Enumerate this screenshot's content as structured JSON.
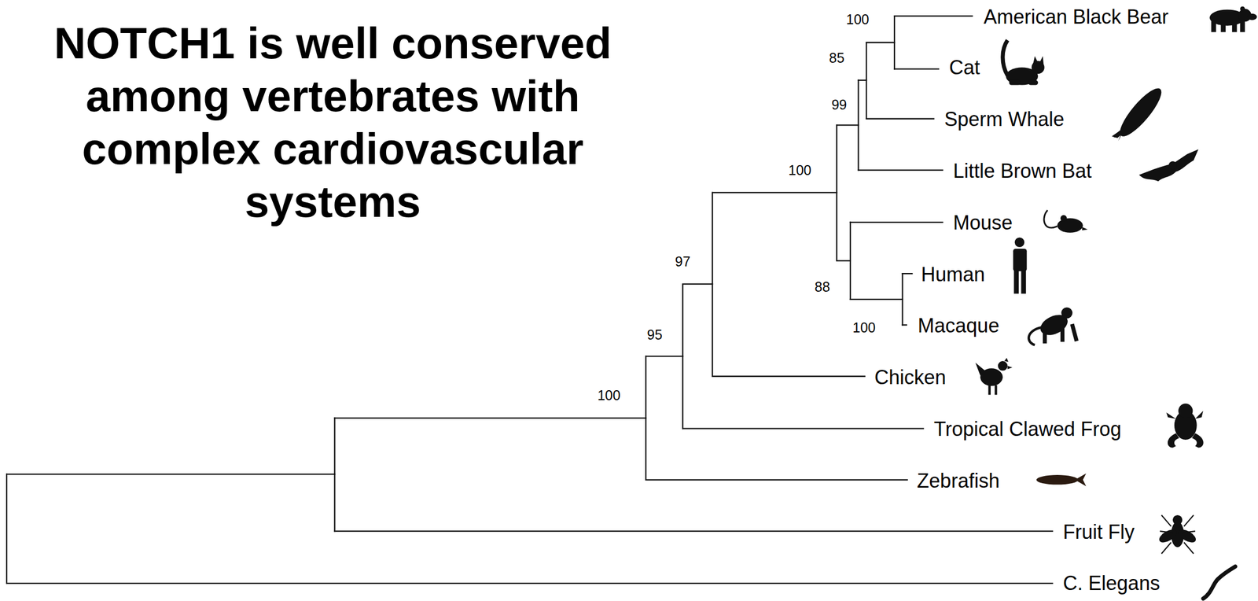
{
  "diagram": {
    "title": "NOTCH1 is well conserved among vertebrates with complex cardiovascular systems",
    "labels": [
      "100",
      "American Black Bear",
      "85",
      "Cat",
      "99",
      "Sperm Whale",
      "100",
      "Little Brown Bat",
      "Mouse",
      "97",
      "Human",
      "88",
      "100",
      "Macaque",
      "95",
      "Chicken",
      "100",
      "Tropical Clawed Frog",
      "Zebrafish",
      "Fruit Fly",
      "C. Elegans"
    ]
  }
}
